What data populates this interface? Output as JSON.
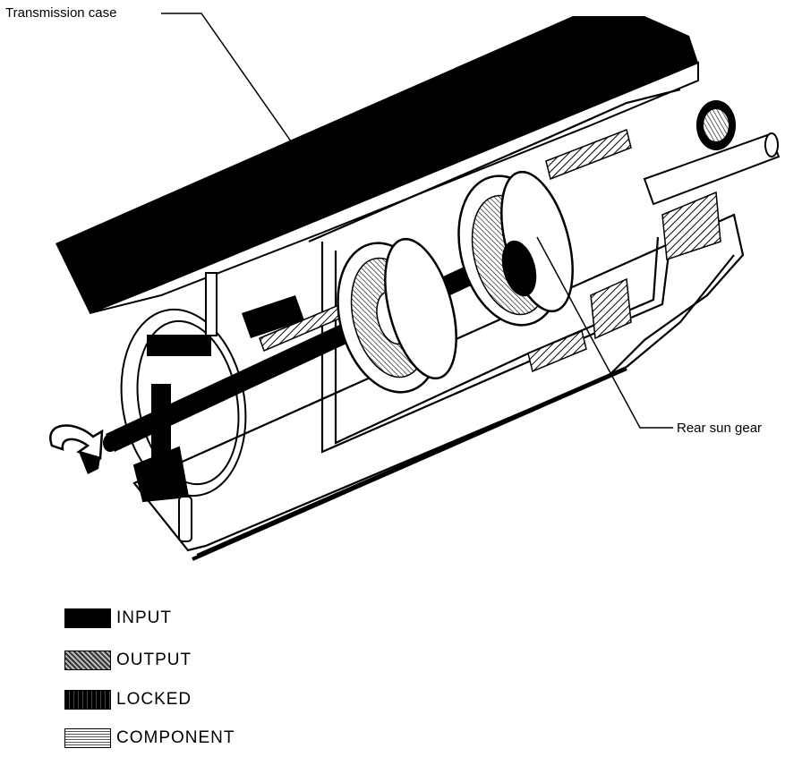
{
  "callouts": {
    "transmission_case": "Transmission case",
    "rear_sun_gear": "Rear sun gear"
  },
  "legend": [
    {
      "label": "INPUT"
    },
    {
      "label": "OUTPUT"
    },
    {
      "label": "LOCKED"
    },
    {
      "label": "COMPONENT"
    }
  ]
}
